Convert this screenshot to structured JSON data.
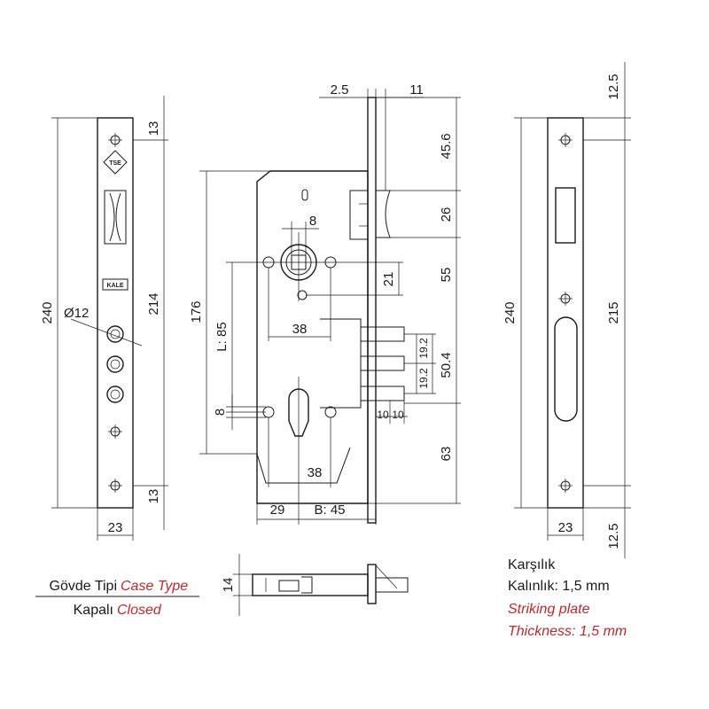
{
  "dimensions": {
    "faceplate_height": "240",
    "faceplate_hole_pitch": "214",
    "faceplate_end_top": "13",
    "faceplate_end_bottom": "13",
    "faceplate_width": "23",
    "hole_diameter": "Ø12",
    "case_height": "176",
    "handle_to_key": "L: 85",
    "top_gap": "2.5",
    "face_thickness": "11",
    "to_latch": "45.6",
    "latch_height": "26",
    "latch_to_handle": "55",
    "spindle_offset": "21",
    "spindle_size": "8",
    "handle_screw_spacing": "38",
    "bolt_pitch_a": "19.2",
    "bolt_pitch_b": "19.2",
    "bolt_span": "50.4",
    "cyl_screw_size": "8",
    "bolt_ext_a": "10",
    "bolt_ext_b": "10",
    "cyl_screw_spacing": "38",
    "to_bottom": "63",
    "backset_offset": "29",
    "backset": "B: 45",
    "case_depth": "14",
    "strike_height": "240",
    "strike_pitch": "215",
    "strike_width": "23",
    "strike_end_top": "12.5",
    "strike_end_bottom": "12.5"
  },
  "logos": {
    "tse": "TSE",
    "kale": "KALE"
  },
  "case_type": {
    "label_tr": "Gövde Tipi",
    "label_en": "Case Type",
    "value_tr": "Kapalı",
    "value_en": "Closed"
  },
  "striking_plate": {
    "title_tr": "Karşılık",
    "thickness_tr": "Kalınlık: 1,5 mm",
    "title_en": "Striking plate",
    "thickness_en": "Thickness: 1,5 mm"
  },
  "colors": {
    "line": "#1a1a1a",
    "accent": "#c0282d"
  }
}
